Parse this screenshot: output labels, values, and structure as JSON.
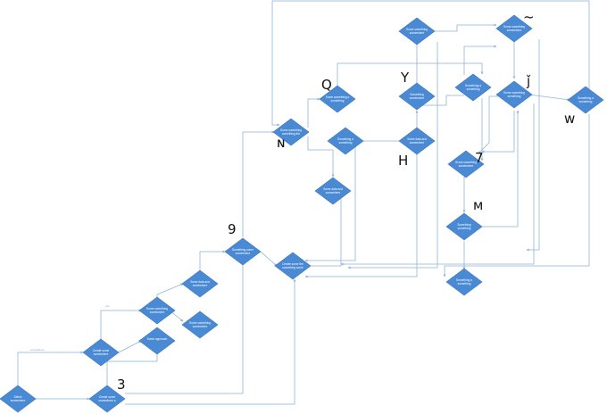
{
  "colors": {
    "node_fill": "#4a8ad4",
    "node_stroke": "#3d76b8",
    "edge": "#8fb2d9",
    "tag_text": "#111111"
  },
  "nodes": [
    {
      "id": "n1",
      "line1": "Select",
      "line2": "somewhere"
    },
    {
      "id": "n2",
      "line1": "Create some",
      "line2": "somewhere"
    },
    {
      "id": "n3",
      "line1": "Create some",
      "line2": "somewhere a"
    },
    {
      "id": "n4",
      "line1": "Some something",
      "line2": "somewhere"
    },
    {
      "id": "n5",
      "line1": "Some approach",
      "line2": ""
    },
    {
      "id": "n6",
      "line1": "Some data and",
      "line2": "somewhere"
    },
    {
      "id": "n7",
      "line1": "Some something",
      "line2": "somewhere"
    },
    {
      "id": "n8",
      "line1": "Something some",
      "line2": "somewhere"
    },
    {
      "id": "n9",
      "line1": "Create some the",
      "line2": "something some"
    },
    {
      "id": "n10",
      "line1": "Some something",
      "line2": "something the"
    },
    {
      "id": "n11",
      "line1": "Some data and",
      "line2": "somewhere"
    },
    {
      "id": "n12",
      "line1": "Something a",
      "line2": "something"
    },
    {
      "id": "n13",
      "line1": "Some something a",
      "line2": "something"
    },
    {
      "id": "n14",
      "line1": "Some data and",
      "line2": "somewhere"
    },
    {
      "id": "n15",
      "line1": "Something",
      "line2": "somewhere"
    },
    {
      "id": "n16",
      "line1": "Some something",
      "line2": "somewhere"
    },
    {
      "id": "n17",
      "line1": "Something a",
      "line2": "something"
    },
    {
      "id": "n18",
      "line1": "Some something",
      "line2": "somewhere"
    },
    {
      "id": "n19",
      "line1": "Some something",
      "line2": "something"
    },
    {
      "id": "n20",
      "line1": "Something a",
      "line2": "something"
    },
    {
      "id": "n21",
      "line1": "Some something",
      "line2": "somewhere"
    },
    {
      "id": "n22",
      "line1": "Something",
      "line2": "something"
    },
    {
      "id": "n23",
      "line1": "Something a",
      "line2": "something"
    }
  ],
  "edge_labels": {
    "e1": "somewhere",
    "e2": "yes"
  },
  "tags": {
    "t3": "3",
    "t9": "9",
    "tN": "ɴ",
    "tQ": "Q",
    "tY": "Y",
    "tH": "H",
    "tW": "ᴡ",
    "tJ": "ǰ",
    "t7": "7",
    "tM": "ᴍ",
    "tTilde": "~"
  }
}
